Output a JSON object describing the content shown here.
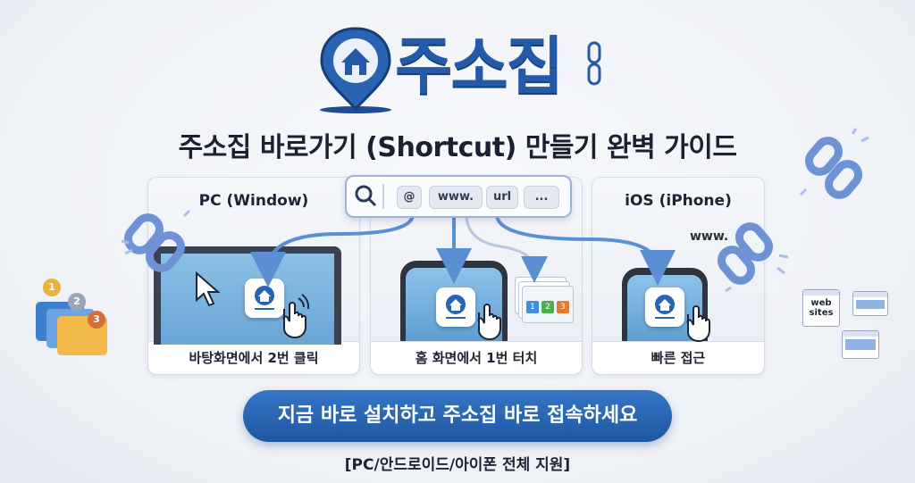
{
  "logo": {
    "text": "주소집",
    "icon": "house-pin-icon"
  },
  "subtitle": "주소집 바로가기 (Shortcut) 만들기 완벽 가이드",
  "search": {
    "icon": "search-icon",
    "chips": [
      "@",
      "www.",
      "url",
      "..."
    ]
  },
  "cards": [
    {
      "title": "PC (Window)",
      "caption": "바탕화면에서 2번 클릭"
    },
    {
      "title": "",
      "caption": "홈 화면에서 1번 터치"
    },
    {
      "title": "iOS (iPhone)",
      "caption": "빠른 접근"
    }
  ],
  "ios_label": "www.",
  "web_sites_label": "web sites",
  "badges": [
    "1",
    "2",
    "3"
  ],
  "mini_apps": [
    "1",
    "2",
    "3"
  ],
  "cta": "지금 바로 설치하고 주소집 바로 접속하세요",
  "footer": "[PC/안드로이드/아이폰 전체 지원]",
  "colors": {
    "brand": "#245aa8",
    "cta": "#1f57a3",
    "background": "#eef1f6"
  }
}
